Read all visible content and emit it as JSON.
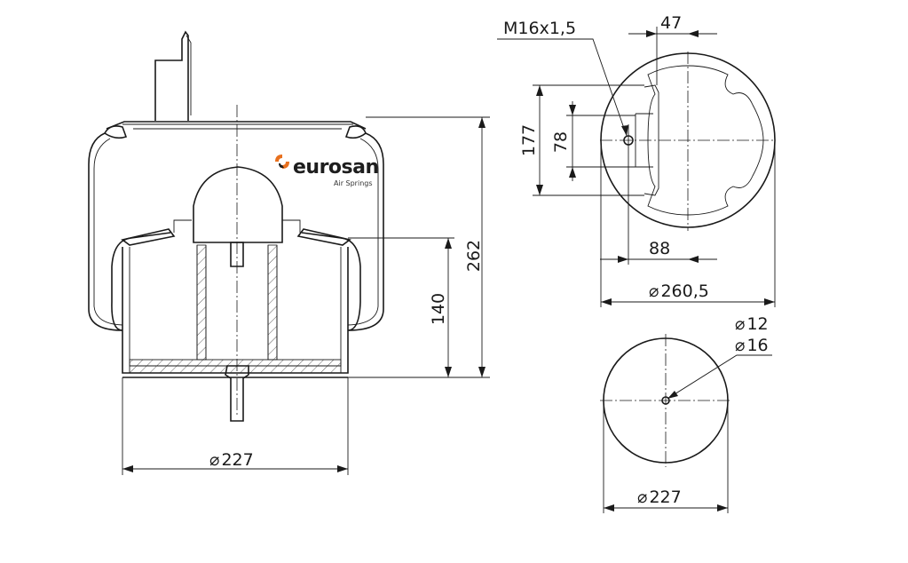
{
  "brand": {
    "name": "eurosan",
    "tagline": "Air Springs",
    "colors": {
      "orange": "#e8701e",
      "dark": "#1e1e1e"
    }
  },
  "dimensions": {
    "thread": "M16x1,5",
    "top_offset": "47",
    "vertical_177": "177",
    "vertical_78": "78",
    "horizontal_88": "88",
    "diameter_top": "260,5",
    "height_total": "262",
    "height_piston": "140",
    "diameter_bottom_side": "227",
    "hole_12": "12",
    "hole_16": "16",
    "diameter_bottom_view": "227"
  },
  "symbols": {
    "diameter": "⌀"
  }
}
